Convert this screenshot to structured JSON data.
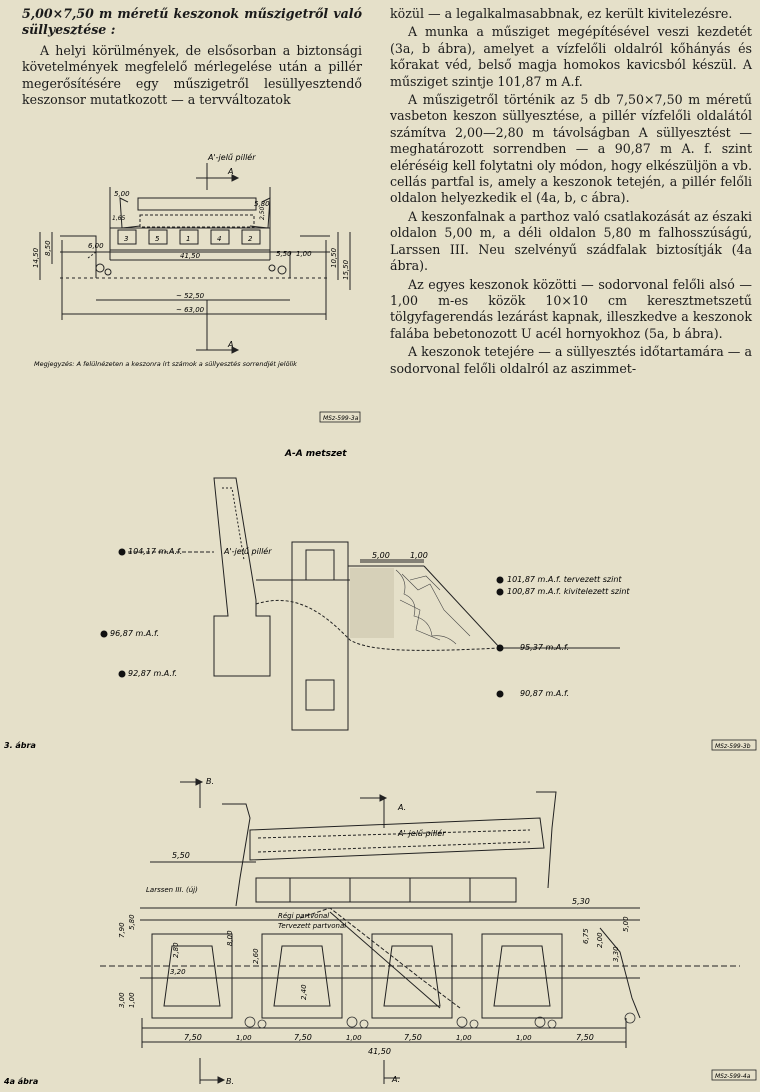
{
  "left_column": {
    "heading": "5,00×7,50 m méretű keszonok műszigetről való süllyesztése :",
    "paragraph": "A helyi körülmények, de elsősorban a biztonsági követelmények megfelelő mérlegelése után a pillér megerősítésére egy műszigetről lesüllyesztendő keszonsor mutatkozott — a tervváltozatok"
  },
  "right_column": {
    "p1": "közül — a legalkalmasabbnak, ez került kivitelezésre.",
    "p2": "A munka a műsziget megépítésével veszi kezdetét (3a, b ábra), amelyet a vízfelőli oldalról kőhányás és kőrakat véd, belső magja homokos kavicsból készül. A műsziget szintje 101,87 m A.f.",
    "p3": "A műszigetről történik az 5 db 7,50×7,50 m méretű vasbeton keszon süllyesztése, a pillér vízfelőli oldalától számítva 2,00—2,80 m távolságban A süllyesztést — meghatározott sorrendben — a 90,87 m A. f. szint eléréséig kell folytatni oly módon, hogy elkészüljön a vb. cellás partfal is, amely a keszonok tetején, a pillér felőli oldalon helyezkedik el (4a, b, c ábra).",
    "p4": "A keszonfalnak a parthoz való csatlakozását az északi oldalon 5,00 m, a déli oldalon 5,80 m falhosszúságú, Larssen III. Neu szelvényű szádfalak biztosítják (4a ábra).",
    "p5": "Az egyes keszonok közötti — sodorvonal felőli alsó — 1,00 m-es közök 10×10 cm keresztmetszetű tölgyfagerendás lezárást kapnak, illeszkedve a keszonok falába bebetonozott U acél hornyokhoz (5a, b ábra).",
    "p6": "A keszonok tetejére — a süllyesztés időtartamára — a sodorvonal felőli oldalról az aszimmet-"
  },
  "fig3a": {
    "pillar_label": "A'-jelű pillér",
    "section_mark": "A",
    "caisson_numbers": [
      "3",
      "5",
      "1",
      "4",
      "2"
    ],
    "dims": {
      "d500": "5,00",
      "d580": "5,80",
      "d250": "2,50",
      "d600": "6,00",
      "d4150": "41,50",
      "d550": "5,50",
      "d100": "1,00",
      "d1450": "14,50",
      "d850": "8,50",
      "d1050": "10,50",
      "d1550": "15,50",
      "d5250": "~ 52,50",
      "d6300": "~ 63,00",
      "d165": "1,65"
    },
    "note": "Megjegyzés: A felülnézeten a keszonra írt számok a süllyesztés sorrendjét jelölik",
    "code": "MSz-599-3a"
  },
  "fig3b": {
    "title": "A-A metszet",
    "pillar_label": "A'-jelű pillér",
    "levels": {
      "l10417": "104,17 m.A.f.",
      "l9687": "96,87 m.A.f.",
      "l9287": "92,87 m.A.f.",
      "l10187": "101,87 m.A.f. tervezett szint",
      "l10087": "100,87 m.A.f. kivitelezett szint",
      "l9537": "95,37 m.A.f.",
      "l9087": "90,87 m.A.f."
    },
    "dim500": "5,00",
    "dim100": "1,00",
    "fig_no": "3. ábra",
    "code": "MSz-599-3b"
  },
  "fig4a": {
    "section_b": "B.",
    "section_a": "A.",
    "pillar_label": "A'-jelű pillér",
    "larssen": "Larssen III. (új)",
    "old_bank": "Régi partvonal",
    "planned_bank": "Tervezett partvonal",
    "dims": {
      "d550": "5,50",
      "d530": "5,30",
      "d790": "7,90",
      "d580": "5,80",
      "d500": "5,00",
      "d675": "6,75",
      "d200": "2,00",
      "d330": "3,30",
      "d280": "2,80",
      "d800": "8,00",
      "d260": "2,60",
      "d240": "2,40",
      "d320": "3,20",
      "d300": "3,00",
      "d100": "1,00",
      "d750": "7,50",
      "d4150": "41,50"
    },
    "fig_no": "4a ábra",
    "code": "MSz-599-4a"
  }
}
